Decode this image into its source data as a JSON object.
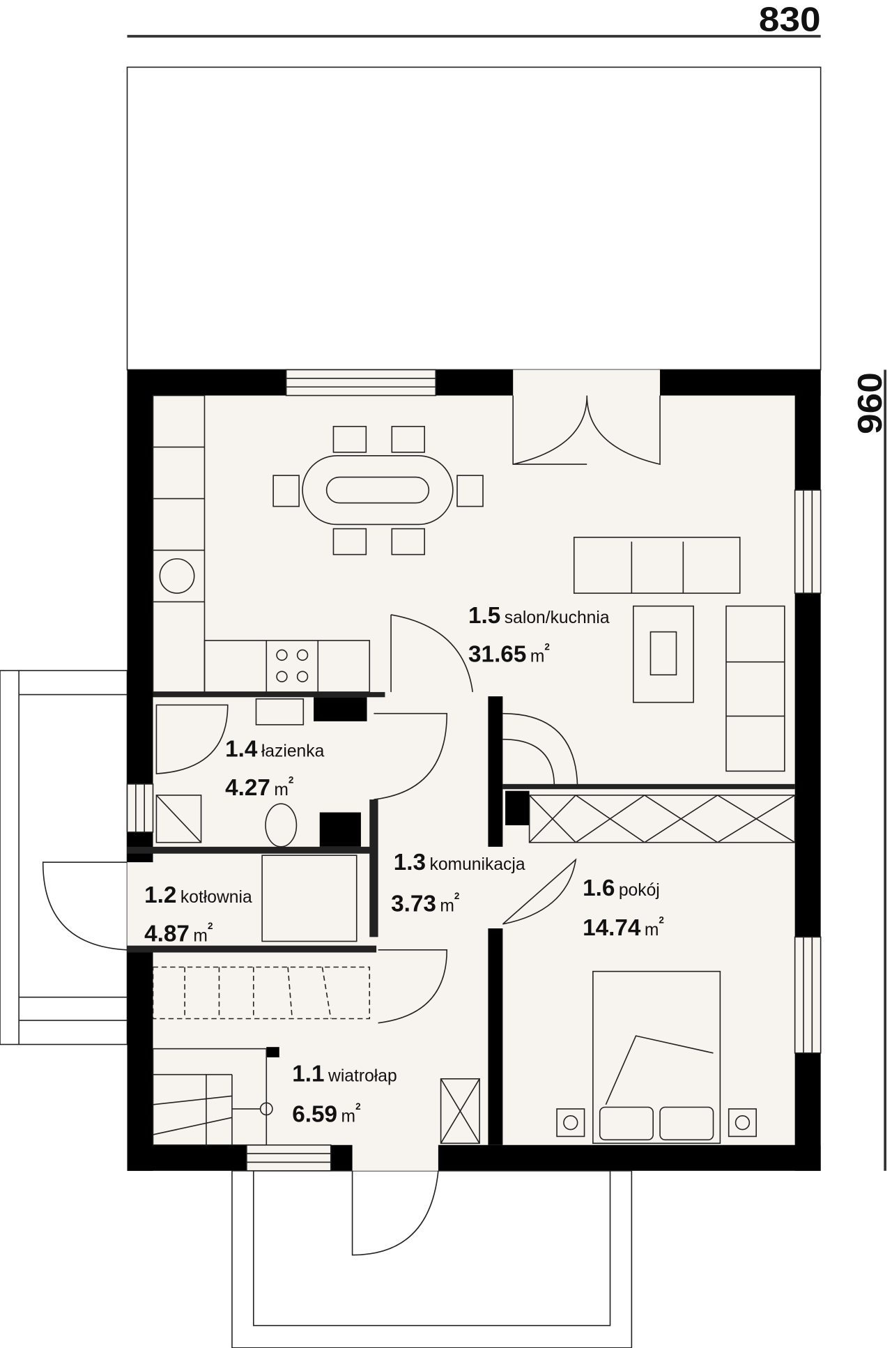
{
  "dimensions": {
    "width": "830",
    "depth": "960"
  },
  "rooms": [
    {
      "id": "1.1",
      "name": "wiatrołap",
      "area": "6.59",
      "unit": "m",
      "sup": "2"
    },
    {
      "id": "1.2",
      "name": "kotłownia",
      "area": "4.87",
      "unit": "m",
      "sup": "2"
    },
    {
      "id": "1.3",
      "name": "komunikacja",
      "area": "3.73",
      "unit": "m",
      "sup": "2"
    },
    {
      "id": "1.4",
      "name": "łazienka",
      "area": "4.27",
      "unit": "m",
      "sup": "2"
    },
    {
      "id": "1.5",
      "name": "salon/kuchnia",
      "area": "31.65",
      "unit": "m",
      "sup": "2"
    },
    {
      "id": "1.6",
      "name": "pokój",
      "area": "14.74",
      "unit": "m",
      "sup": "2"
    }
  ],
  "colors": {
    "floor": "#f7f4ef",
    "wall": "#000000"
  }
}
